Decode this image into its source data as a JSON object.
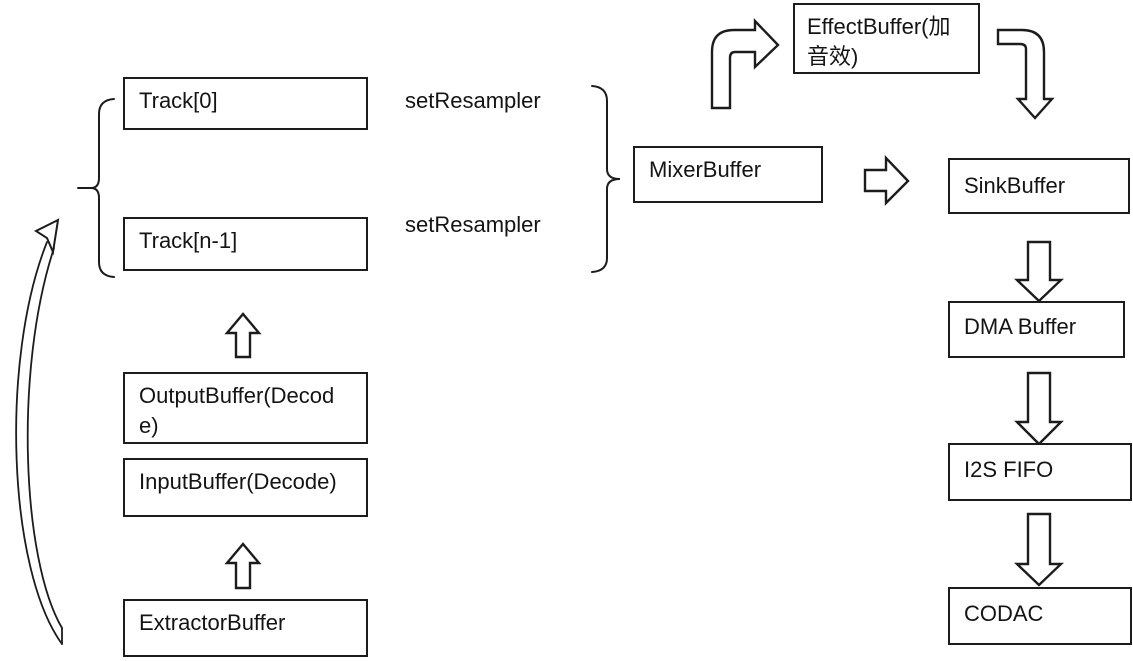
{
  "diagram": {
    "kind": "audio-pipeline-flowchart",
    "colors": {
      "background": "#ffffff",
      "stroke": "#1c1c1c",
      "box_fill": "#ffffff",
      "text": "#141414"
    },
    "nodes": {
      "track0": {
        "label": "Track[0]"
      },
      "track_n_minus_1": {
        "label": "Track[n-1]"
      },
      "output_buffer": {
        "label": "OutputBuffer(Decode)"
      },
      "input_buffer": {
        "label": "InputBuffer(Decode)"
      },
      "extractor_buffer": {
        "label": "ExtractorBuffer"
      },
      "mixer_buffer": {
        "label": "MixerBuffer"
      },
      "effect_buffer": {
        "label": "EffectBuffer(加音效)"
      },
      "sink_buffer": {
        "label": "SinkBuffer"
      },
      "dma_buffer": {
        "label": "DMA Buffer"
      },
      "i2s_fifo": {
        "label": "I2S FIFO"
      },
      "codac": {
        "label": "CODAC"
      }
    },
    "annotations": {
      "set_resampler_top": "setResampler",
      "set_resampler_bottom": "setResampler"
    }
  }
}
